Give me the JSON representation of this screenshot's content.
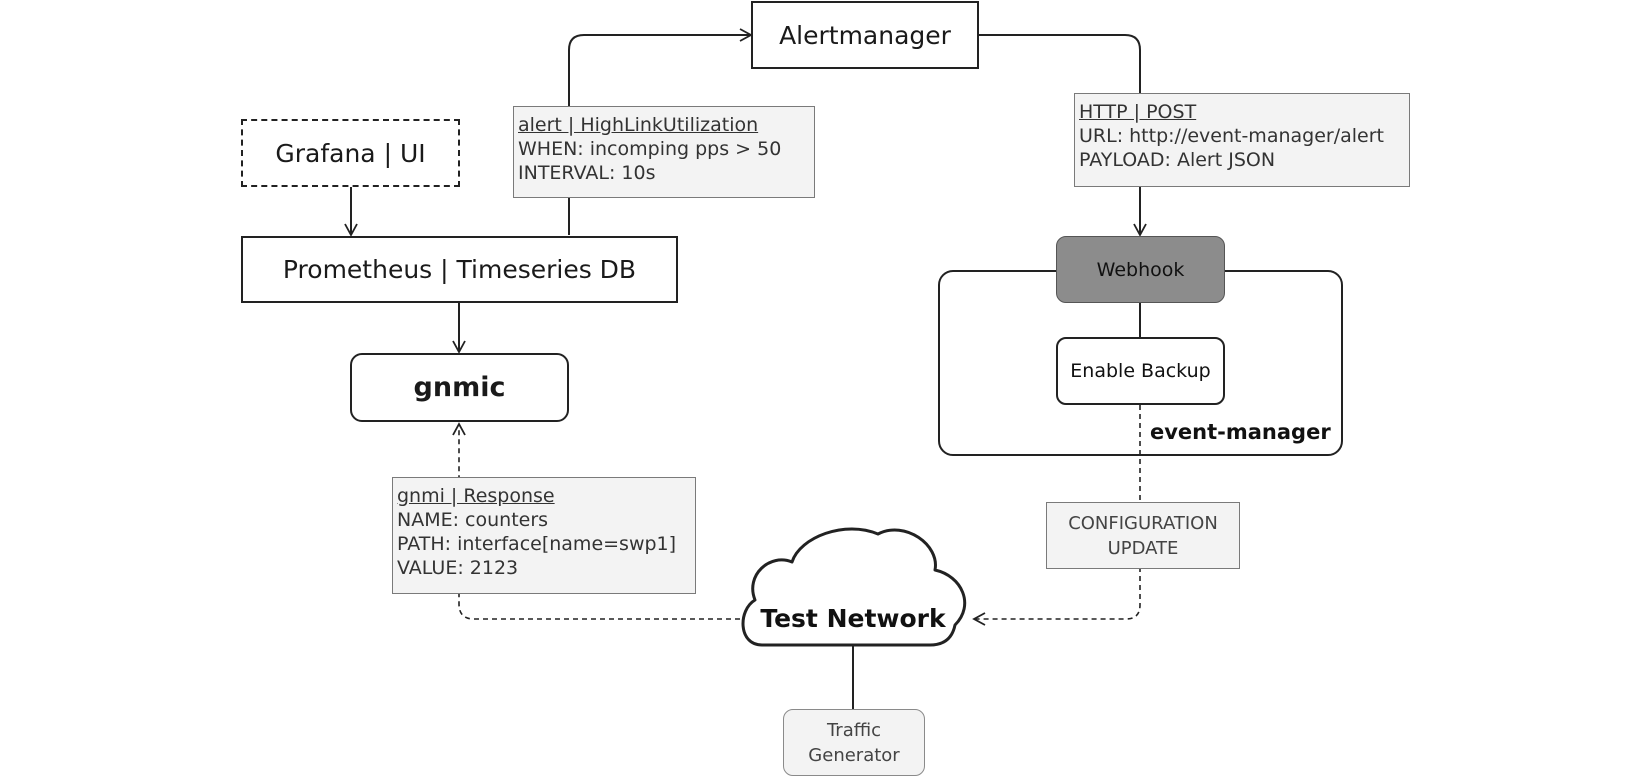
{
  "nodes": {
    "alertmanager": "Alertmanager",
    "grafana": "Grafana | UI",
    "prometheus": "Prometheus | Timeseries DB",
    "gnmic": "gnmic",
    "webhook": "Webhook",
    "enable_backup": "Enable Backup",
    "event_manager": "event-manager",
    "test_network": "Test Network",
    "traffic_generator": [
      "Traffic",
      "Generator"
    ]
  },
  "notes": {
    "alert_rule": {
      "head": "alert | HighLinkUtilization",
      "lines": [
        "WHEN: incomping pps > 50",
        "INTERVAL: 10s"
      ]
    },
    "http_post": {
      "head": "HTTP | POST",
      "lines": [
        "URL: http://event-manager/alert",
        "PAYLOAD: Alert JSON"
      ]
    },
    "gnmi_response": {
      "head": "gnmi | Response",
      "lines": [
        "NAME: counters",
        "PATH: interface[name=swp1]",
        "VALUE: 2123"
      ]
    },
    "config_update": [
      "CONFIGURATION",
      "UPDATE"
    ]
  }
}
